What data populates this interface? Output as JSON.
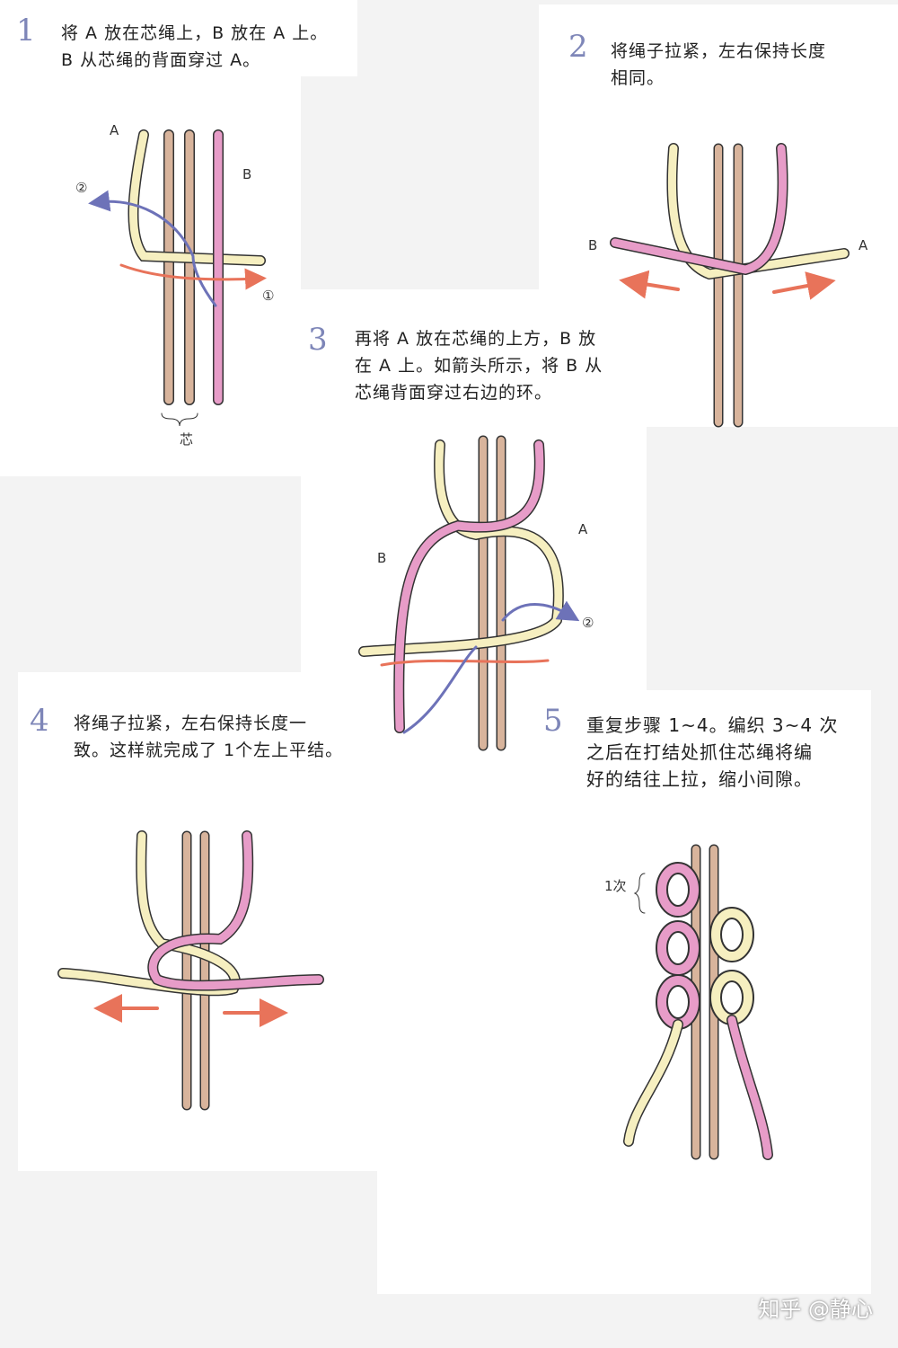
{
  "steps": [
    {
      "number": "1",
      "text": [
        "将 A 放在芯绳上，B 放在 A 上。",
        "B 从芯绳的背面穿过 A。"
      ],
      "labels": {
        "a": "A",
        "b": "B",
        "arrow2": "②",
        "arrow1": "①",
        "core": "芯"
      }
    },
    {
      "number": "2",
      "text": [
        "将绳子拉紧，左右保持长度",
        "相同。"
      ],
      "labels": {
        "a": "A",
        "b": "B"
      }
    },
    {
      "number": "3",
      "text": [
        "再将 A 放在芯绳的上方，B 放",
        "在 A 上。如箭头所示，将 B 从",
        "芯绳背面穿过右边的环。"
      ],
      "labels": {
        "a": "A",
        "b": "B",
        "arrow2": "②"
      }
    },
    {
      "number": "4",
      "text": [
        "将绳子拉紧，左右保持长度一",
        "致。这样就完成了 1个左上平结。"
      ]
    },
    {
      "number": "5",
      "text": [
        "重复步骤 1~4。编织 3~4 次",
        "之后在打结处抓住芯绳将编",
        "好的结往上拉，缩小间隙。"
      ],
      "labels": {
        "count": "1次"
      }
    }
  ],
  "watermark": "知乎 @静心",
  "colors": {
    "core": "#d8b49c",
    "cordA": "#f6efc0",
    "cordB": "#e79cc8",
    "arrowBlue": "#6d72b8",
    "arrowOrange": "#e8735a",
    "number": "#7e86b8"
  }
}
